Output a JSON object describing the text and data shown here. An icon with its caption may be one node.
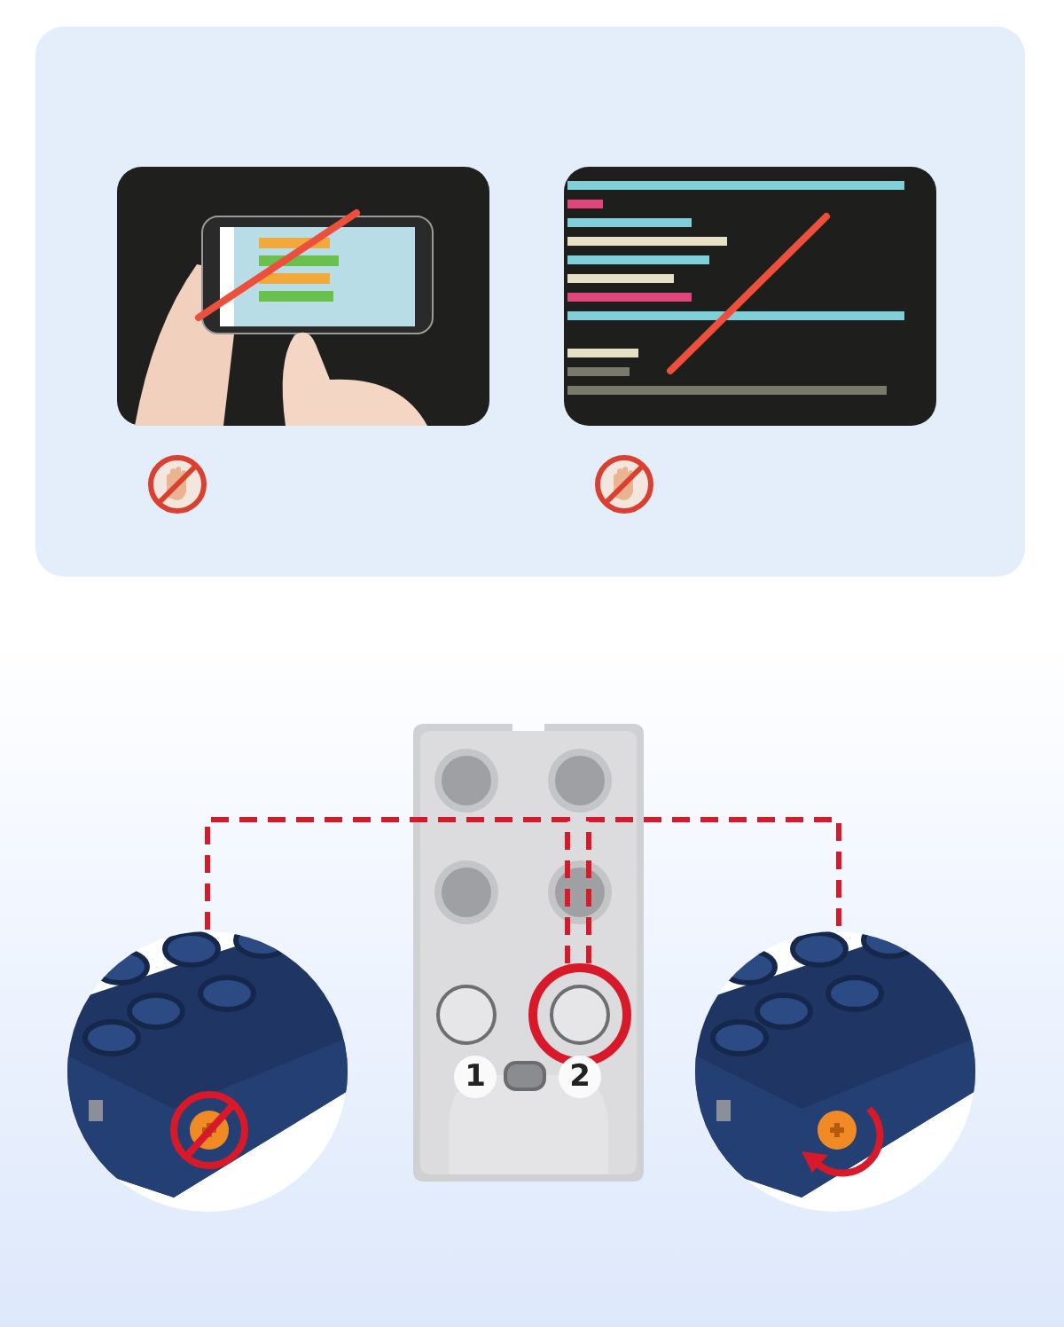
{
  "diagram": {
    "nodes": [
      {
        "text": [],
        "shape": "picture"
      },
      {
        "text": [],
        "shape": "picture"
      },
      {
        "text": [],
        "shape": "circle"
      },
      {
        "text": [],
        "shape": "picture"
      },
      {
        "text": [],
        "shape": "picture"
      },
      {
        "text": [
          "1"
        ]
      },
      {
        "text": [
          "2"
        ]
      }
    ],
    "edges": [
      {
        "from": 2,
        "to": 3,
        "arrow": "none",
        "style": "dashed"
      },
      {
        "from": 2,
        "to": 4,
        "arrow": "none",
        "style": "dashed"
      }
    ]
  }
}
